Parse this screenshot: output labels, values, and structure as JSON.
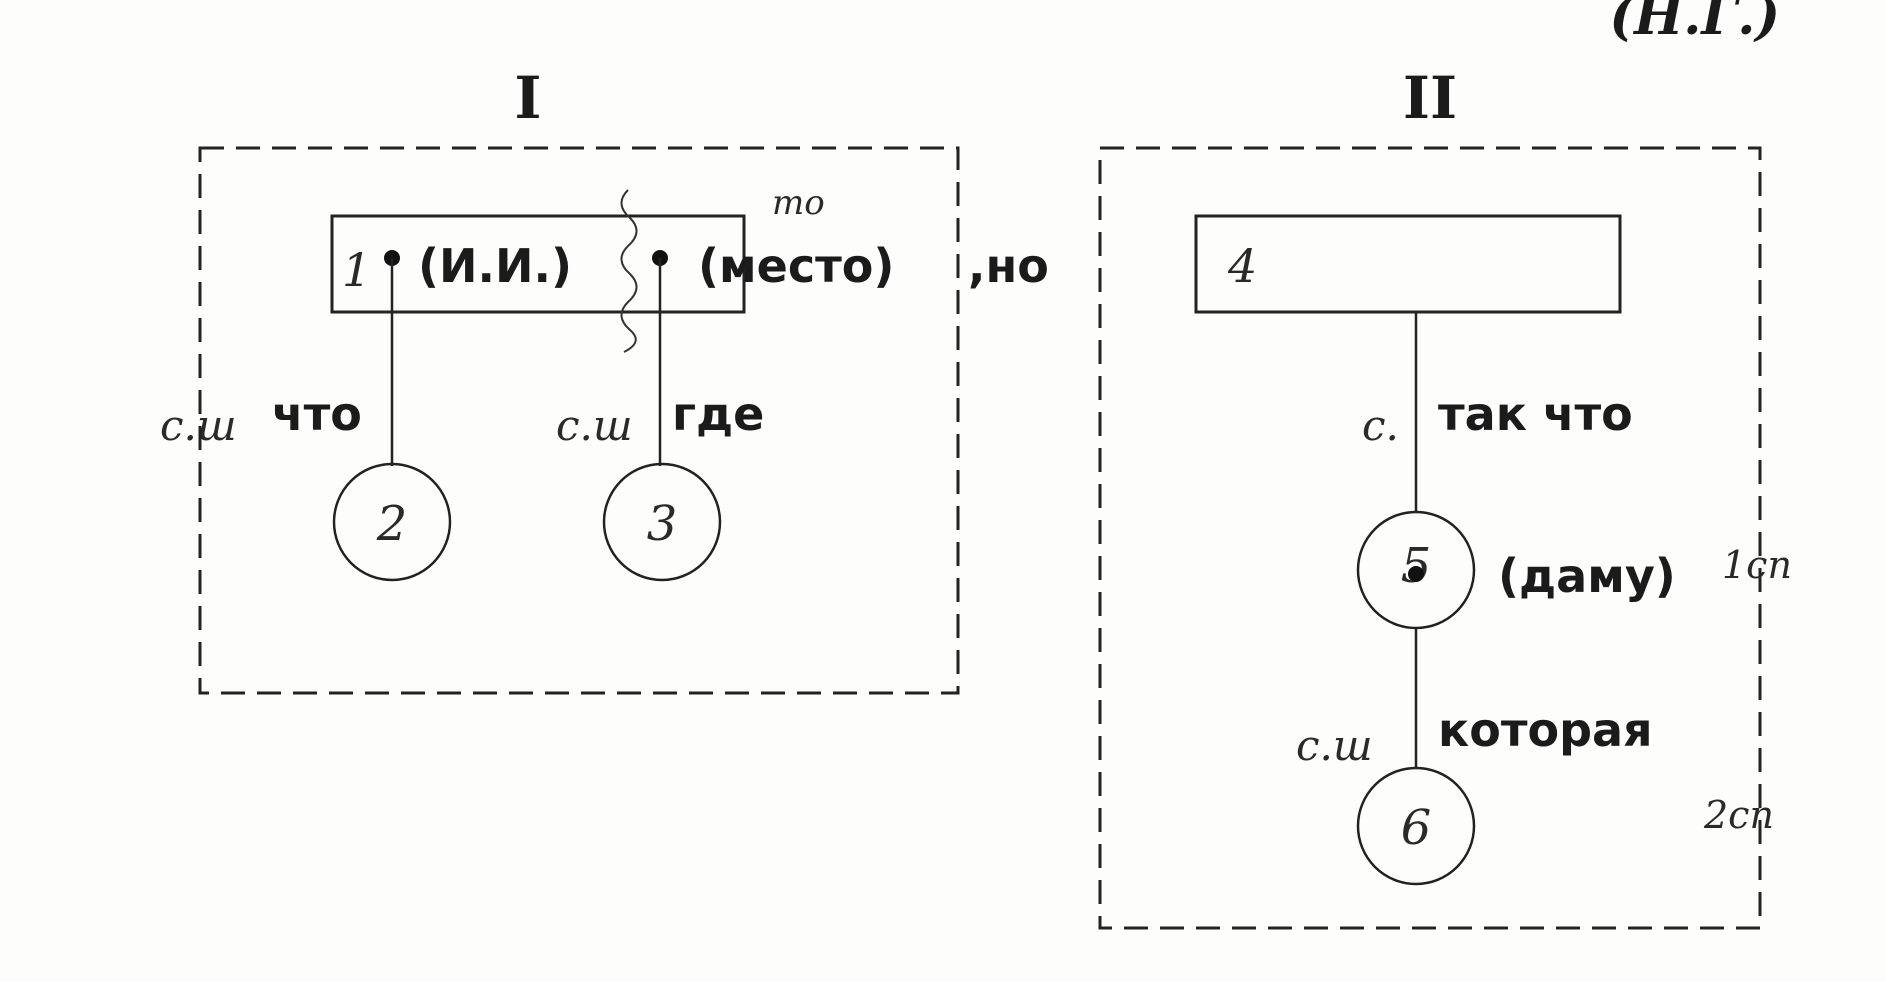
{
  "corner_label": "(Н.Г.)",
  "part_one": {
    "numeral": "I",
    "main_clause": {
      "number": "1",
      "word_one": "(И.И.)",
      "word_two": "(место)",
      "handwritten_note": "то"
    },
    "conjunction_after": ",но",
    "branches": [
      {
        "conjunction": "что",
        "note": "с.ш",
        "clause_number": "2"
      },
      {
        "conjunction": "где",
        "note": "с.ш",
        "clause_number": "3"
      }
    ]
  },
  "part_two": {
    "numeral": "II",
    "main_clause": {
      "number": "4"
    },
    "first_branch": {
      "conjunction": "так что",
      "note": "с.",
      "clause_number": "5",
      "word": "(даму)",
      "side_note": "1сп"
    },
    "second_branch": {
      "conjunction": "которая",
      "note": "с.ш",
      "clause_number": "6",
      "side_note": "2сп"
    }
  }
}
